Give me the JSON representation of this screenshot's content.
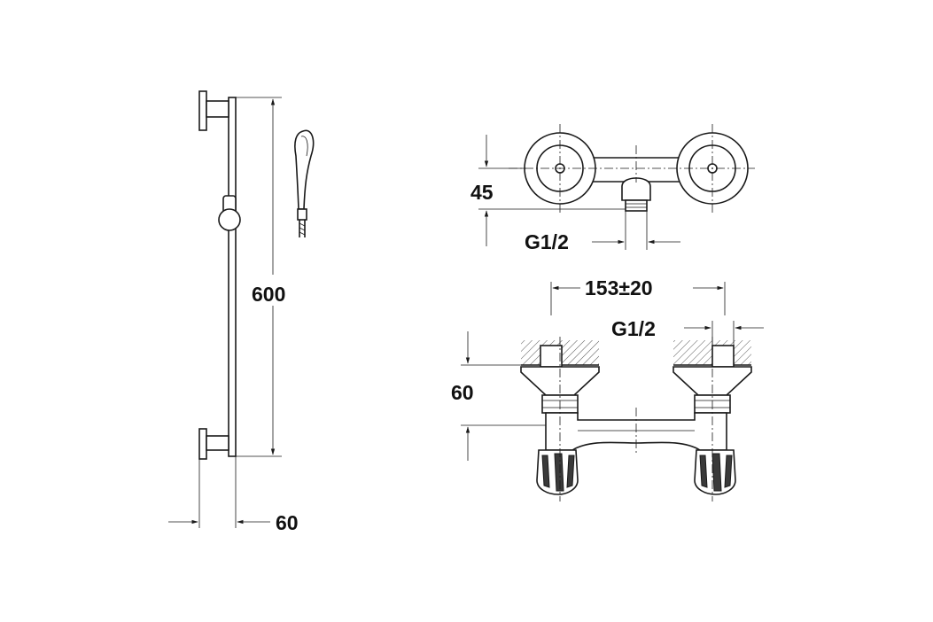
{
  "dimensions": {
    "bar_height": "600",
    "bar_depth": "60",
    "top_depth": "45",
    "top_thread": "G1/2",
    "centers": "153±20",
    "front_thread": "G1/2",
    "front_height": "60"
  }
}
